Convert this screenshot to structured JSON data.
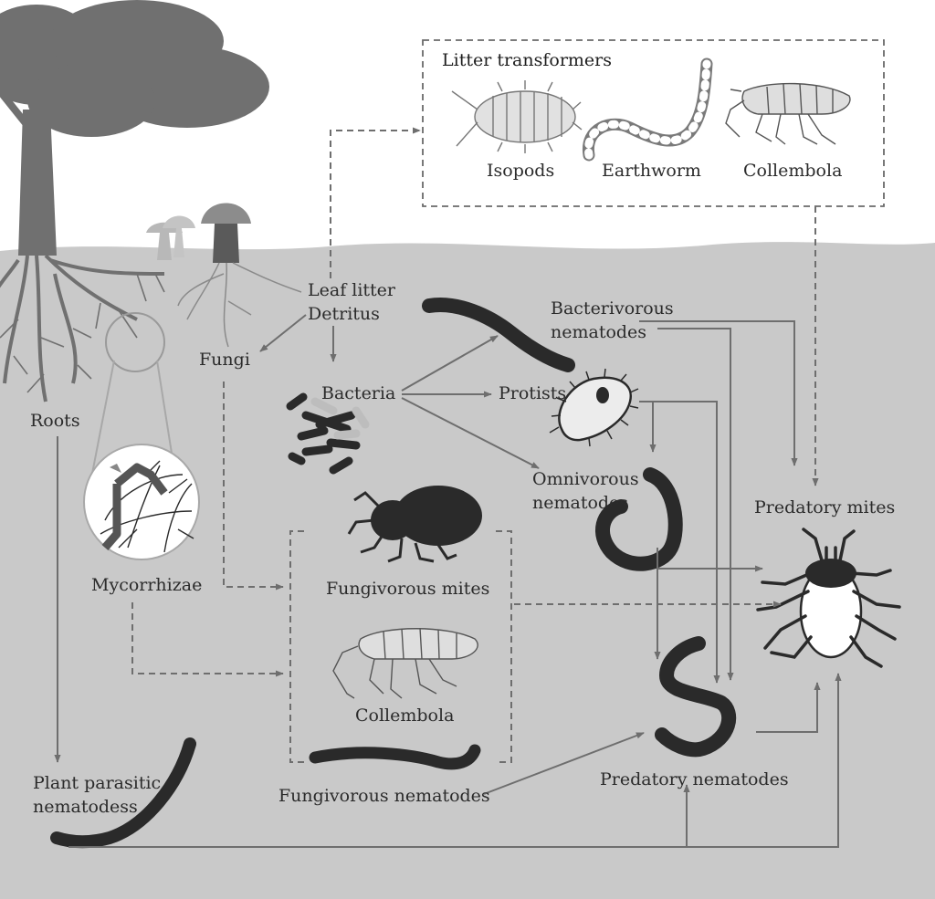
{
  "labels": {
    "litter_transformers": "Litter transformers",
    "isopods": "Isopods",
    "earthworm": "Earthworm",
    "collembola_top": "Collembola",
    "leaf_litter": "Leaf litter",
    "detritus": "Detritus",
    "fungi": "Fungi",
    "bacteria": "Bacteria",
    "bacterivorous_1": "Bacterivorous",
    "bacterivorous_2": "nematodes",
    "protists": "Protists",
    "omnivorous_1": "Omnivorous",
    "omnivorous_2": "nematodes",
    "roots": "Roots",
    "predatory_mites": "Predatory mites",
    "fungivorous_mites": "Fungivorous mites",
    "mycorrhizae": "Mycorrhizae",
    "collembola_mid": "Collembola",
    "plant_parasitic_1": "Plant parasitic",
    "plant_parasitic_2": "nematodess",
    "fungivorous_nematodes": "Fungivorous nematodes",
    "predatory_nematodes": "Predatory nematodes"
  },
  "colors": {
    "soil": "#c9c9c9",
    "arrow": "#6e6e6e",
    "organism_dark": "#2a2a2a",
    "organism_light": "#dcdcdc",
    "tree": "#707070"
  },
  "icons": [
    "tree-icon",
    "mushroom-icon",
    "isopod-icon",
    "earthworm-icon",
    "collembola-icon",
    "bacteria-icon",
    "protist-icon",
    "nematode-icon",
    "mite-icon",
    "mycorrhizae-icon"
  ]
}
